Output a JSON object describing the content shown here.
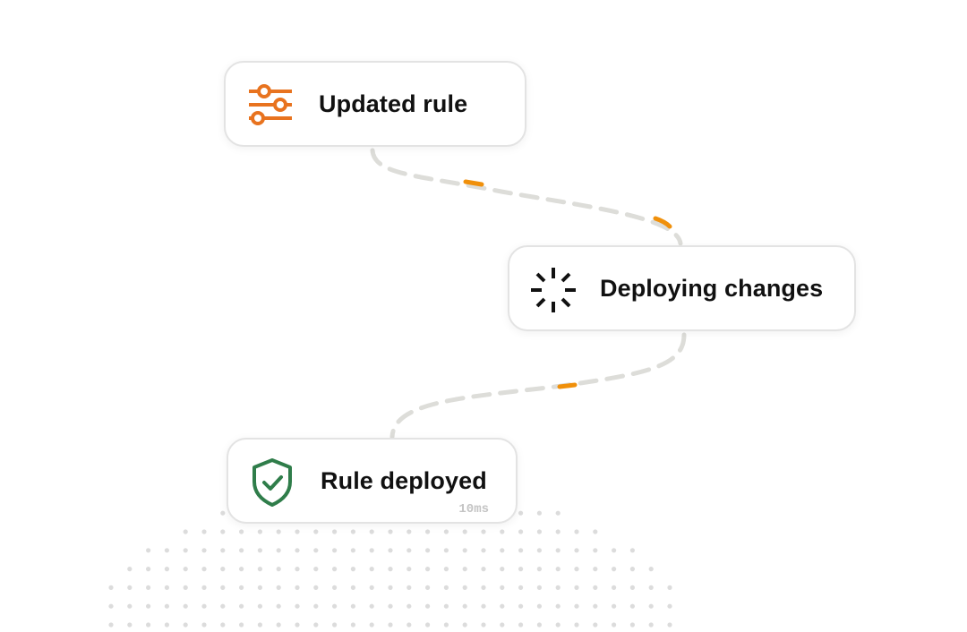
{
  "colors": {
    "accent_orange": "#E8731F",
    "connector_grey": "#DDDDD9",
    "connector_highlight": "#F0900B",
    "success_green": "#2F7D4A",
    "dot_grey": "#DCDCDC"
  },
  "steps": [
    {
      "label": "Updated rule",
      "icon": "sliders-icon"
    },
    {
      "label": "Deploying changes",
      "icon": "loading-spinner-icon"
    },
    {
      "label": "Rule deployed",
      "icon": "shield-check-icon",
      "duration": "10ms"
    }
  ]
}
